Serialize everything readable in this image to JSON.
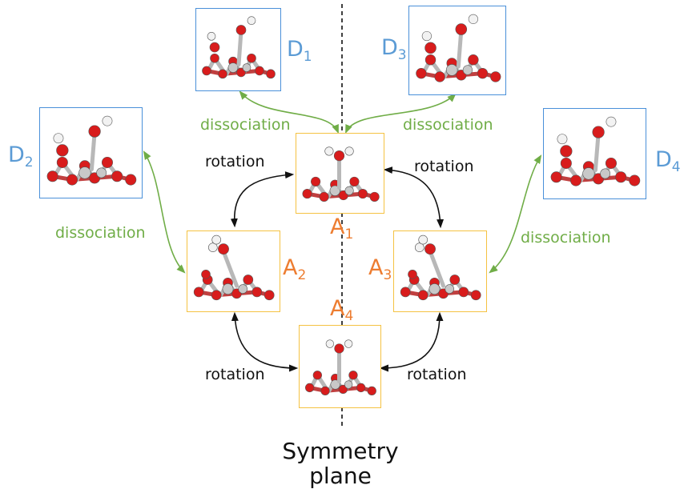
{
  "colors": {
    "dissociation_arrow": "#70ad47",
    "rotation_arrow": "#111111",
    "dissociated_state": "#5b9bd5",
    "adsorbed_state": "#ed7d31",
    "oxygen_atom": "#d81c1c",
    "metal_atom": "#c8c8c8",
    "hydrogen_atom": "#f2f2f2",
    "symmetry_plane": "#111111"
  },
  "states": {
    "D1": {
      "letter": "D",
      "sub": "1"
    },
    "D2": {
      "letter": "D",
      "sub": "2"
    },
    "D3": {
      "letter": "D",
      "sub": "3"
    },
    "D4": {
      "letter": "D",
      "sub": "4"
    },
    "A1": {
      "letter": "A",
      "sub": "1"
    },
    "A2": {
      "letter": "A",
      "sub": "2"
    },
    "A3": {
      "letter": "A",
      "sub": "3"
    },
    "A4": {
      "letter": "A",
      "sub": "4"
    }
  },
  "transitions": {
    "dissociation": "dissociation",
    "rotation": "rotation"
  },
  "symmetry": {
    "line1": "Symmetry",
    "line2": "plane"
  }
}
